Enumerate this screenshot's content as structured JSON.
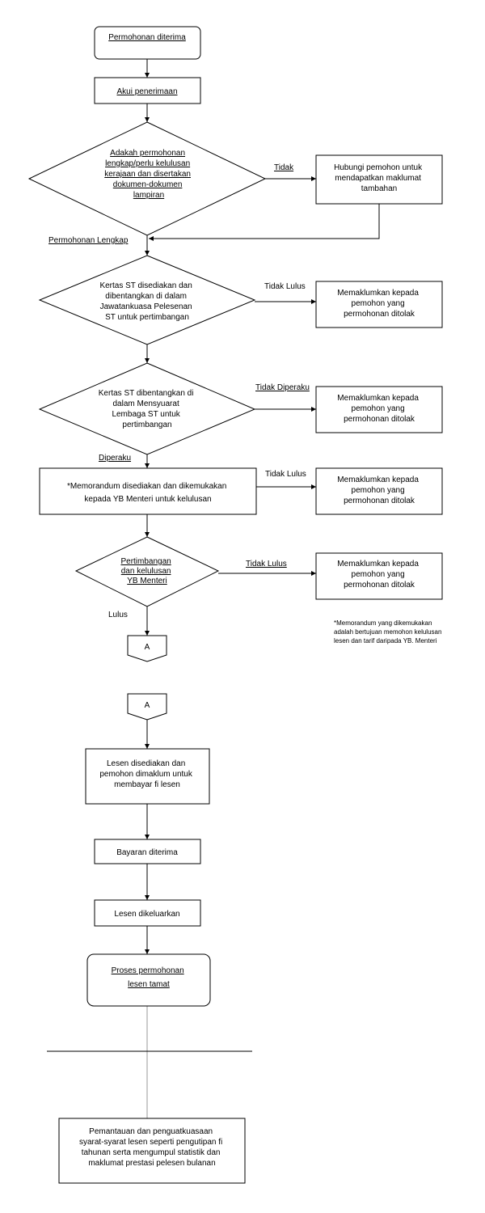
{
  "nodes": {
    "start": [
      "Permohonan diterima"
    ],
    "ack": [
      "Akui penerimaan"
    ],
    "d1": [
      "Adakah permohonan",
      "lengkap/perlu kelulusan",
      "kerajaan dan disertakan",
      "dokumen-dokumen",
      "lampiran"
    ],
    "contact": [
      "Hubungi pemohon untuk",
      "mendapatkan maklumat",
      "tambahan"
    ],
    "d2": [
      "Kertas ST disediakan dan",
      "dibentangkan di dalam",
      "Jawatankuasa Pelesenan",
      "ST untuk pertimbangan"
    ],
    "r1": [
      "Memaklumkan kepada",
      "pemohon yang",
      "permohonan ditolak"
    ],
    "d3": [
      "Kertas ST dibentangkan di",
      "dalam Mensyuarat",
      "Lembaga ST untuk",
      "pertimbangan"
    ],
    "r2": [
      "Memaklumkan kepada",
      "pemohon yang",
      "permohonan ditolak"
    ],
    "memo": [
      "*Memorandum disediakan dan dikemukakan",
      "kepada YB Menteri untuk kelulusan"
    ],
    "r3": [
      "Memaklumkan kepada",
      "pemohon yang",
      "permohonan ditolak"
    ],
    "d4": [
      "Pertimbangan",
      "dan kelulusan",
      "YB Menteri"
    ],
    "r4": [
      "Memaklumkan kepada",
      "pemohon yang",
      "permohonan ditolak"
    ],
    "conn1": [
      "A"
    ],
    "conn2": [
      "A"
    ],
    "lesen": [
      "Lesen disediakan dan",
      "pemohon dimaklum untuk",
      "membayar fi lesen"
    ],
    "bayaran": [
      "Bayaran diterima"
    ],
    "keluar": [
      "Lesen dikeluarkan"
    ],
    "tamat": [
      "Proses permohonan",
      "lesen tamat"
    ],
    "pantau": [
      "Pemantauan dan penguatkuasaan",
      "syarat-syarat lesen seperti pengutipan fi",
      "tahunan serta mengumpul statistik dan",
      "maklumat prestasi pelesen bulanan"
    ]
  },
  "labels": {
    "tidak": "Tidak",
    "lengkap": "Permohonan Lengkap",
    "tidak_lulus_1": "Tidak Lulus",
    "tidak_diperaku": "Tidak Diperaku",
    "diperaku": "Diperaku",
    "tidak_lulus_2": "Tidak Lulus",
    "tidak_lulus_3": "Tidak Lulus",
    "lulus": "Lulus"
  },
  "note": [
    "*Memorandum yang dikemukakan",
    "adalah bertujuan memohon kelulusan",
    "lesen dan tarif daripada YB. Menteri"
  ]
}
